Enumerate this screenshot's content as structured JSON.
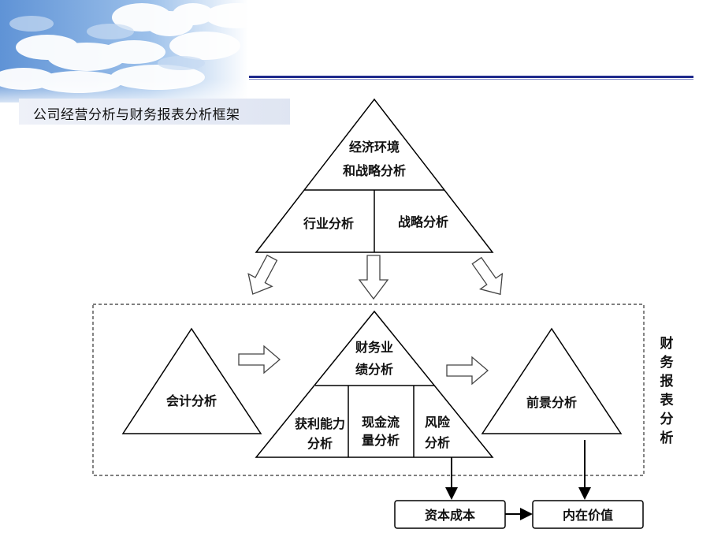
{
  "title": "公司经营分析与财务报表分析框架",
  "top": {
    "line1": "经济环境",
    "line2": "和战略分析",
    "left": "行业分析",
    "right": "战略分析"
  },
  "accounting": "会计分析",
  "performance": {
    "line1": "财务业",
    "line2": "绩分析",
    "sub1_line1": "获利能力",
    "sub1_line2": "分析",
    "sub2_line1": "现金流",
    "sub2_line2": "量分析",
    "sub3_line1": "风险",
    "sub3_line2": "分析"
  },
  "prospect": "前景分析",
  "side_label": "财务报表分析",
  "boxes": {
    "cost": "资本成本",
    "value": "内在价值"
  },
  "colors": {
    "rule": "#1f2a8c",
    "stroke": "#000000",
    "sky": "#6f9fd8"
  }
}
